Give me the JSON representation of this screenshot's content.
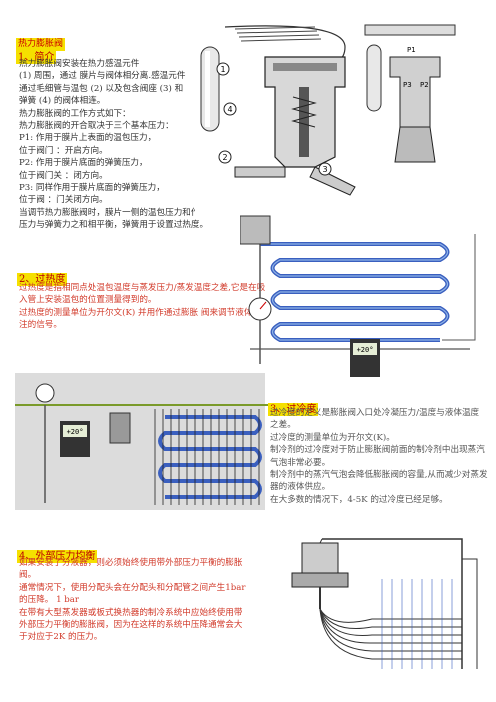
{
  "header": {
    "title": "热力膨胀阀"
  },
  "s1": {
    "heading": "1、简介",
    "lines": [
      "热力膨胀阀安装在热力感温元件",
      "(1) 周围，通过 膜片与阀体相分离.感温元件",
      "通过毛细管与温包 (2) 以及包含阀座 (3) 和",
      "弹簧 (4) 的阀体相连。",
      "热力膨胀阀的工作方式如下：",
      "热力膨胀阀的开合取决于三个基本压力：",
      "P1: 作用于膜片上表面的温包压力，",
      "位于阀门 ：开启方向。",
      "P2: 作用于膜片底面的弹簧压力，",
      "位于阀门关 ：闭方向。",
      "P3: 同样作用于膜片底面的弹簧压力，",
      "位于阀 ：门关闭方向。",
      "当调节热力膨胀阀时，膜片一侧的温包压力和作用在另一侧的蒸发",
      "压力与弹簧力之和相平衡，弹簧用于设置过热度。"
    ],
    "figure_labels": {
      "n1": "1",
      "n2": "2",
      "n3": "3",
      "n4": "4",
      "p1": "P1",
      "p2": "P2",
      "p3": "P3"
    }
  },
  "s2": {
    "heading": "2、过热度",
    "lines": [
      "过热度是指相同点处温包温度与蒸发压力/蒸发温度之差,它是在吸",
      "入管上安装温包的位置测量得到的。",
      "过热度的测量单位为开尔文(K) 并用作通过膨胀 阀来调节液体充",
      "注的信号。"
    ],
    "display": "+20°"
  },
  "s3": {
    "heading": "3、过冷度",
    "lines": [
      "过冷度的定义是膨胀阀入口处冷凝压力/温度与液体温度",
      "之差。",
      "过冷度的测量单位为开尔文(K)。",
      "制冷剂的过冷度对于防止膨胀阀前面的制冷剂中出现蒸汽",
      "气泡非常必要。",
      "制冷剂中的蒸汽气泡会降低膨胀阀的容量,从而减少对蒸发",
      "器的液体供应。",
      "在大多数的情况下，4-5K 的过冷度已经足够。"
    ],
    "display": "+20°"
  },
  "s4": {
    "heading": "4、外部压力均衡",
    "lines": [
      "如果安装了分液器，则必须始终使用带外部压力平衡的膨胀",
      "阀。",
      "通常情况下，使用分配头会在分配头和分配管之间产生1bar",
      "的压降。 1 bar",
      "在带有大型蒸发器或板式换热器的制冷系统中应始终使用带",
      "外部压力平衡的膨胀阀，因为在这样的系统中压降通常会大",
      "于对应于2K 的压力。"
    ]
  },
  "colors": {
    "highlight": "#f5e000",
    "red_text": "#d23a2a",
    "blue_coil": "#3a5fbf",
    "lime": "#7a9a2a",
    "gray_panel": "#dcdcdc"
  }
}
